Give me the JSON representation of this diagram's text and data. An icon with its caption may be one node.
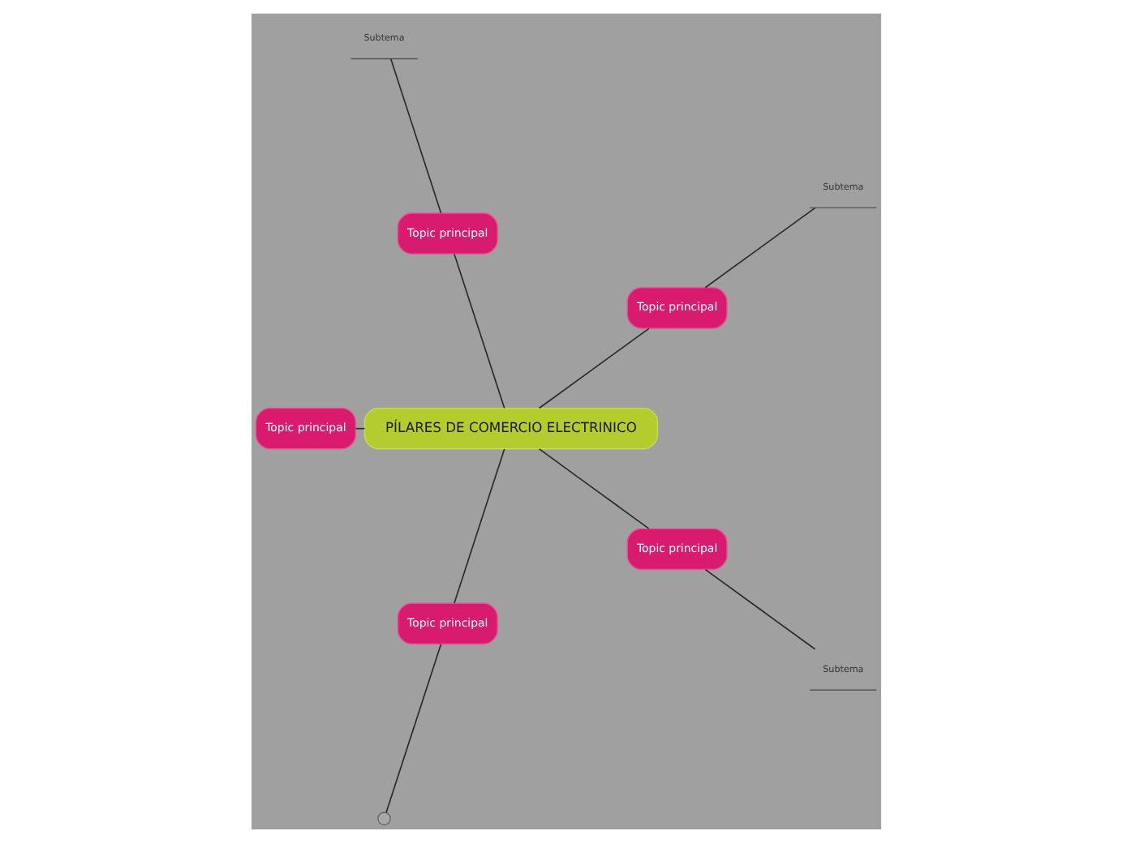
{
  "diagram": {
    "nodes": [
      {
        "text": [
          "PÍLARES DE COMERCIO ELECTRINICO"
        ]
      },
      {
        "text": [
          "Topic principal"
        ]
      },
      {
        "text": [
          "Subtema"
        ]
      },
      {
        "text": [
          "Topic principal"
        ]
      },
      {
        "text": [
          "Subtema"
        ]
      },
      {
        "text": [
          "Topic principal"
        ]
      },
      {
        "text": [
          "Topic principal"
        ]
      },
      {
        "text": [],
        "shape": "circle"
      },
      {
        "text": [
          "Topic principal"
        ]
      },
      {
        "text": [
          "Subtema"
        ]
      }
    ],
    "edges": [
      {
        "from": 0,
        "to": 1,
        "arrow": "none"
      },
      {
        "from": 1,
        "to": 2,
        "arrow": "none"
      },
      {
        "from": 0,
        "to": 3,
        "arrow": "none"
      },
      {
        "from": 3,
        "to": 4,
        "arrow": "none"
      },
      {
        "from": 0,
        "to": 5,
        "arrow": "none"
      },
      {
        "from": 0,
        "to": 6,
        "arrow": "none"
      },
      {
        "from": 6,
        "to": 7,
        "arrow": "none"
      },
      {
        "from": 0,
        "to": 8,
        "arrow": "none"
      },
      {
        "from": 8,
        "to": 9,
        "arrow": "none"
      }
    ]
  }
}
